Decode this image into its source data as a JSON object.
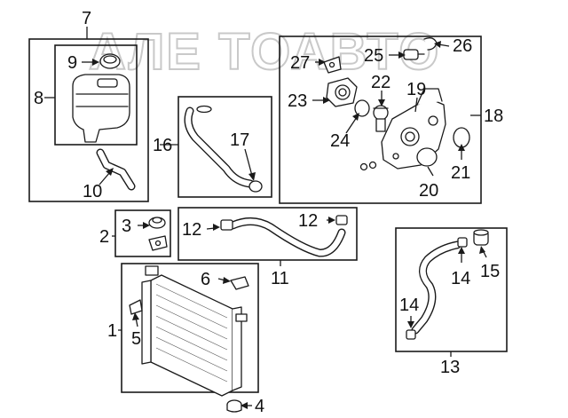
{
  "watermark": "АЛЕ ТОАВТО",
  "callouts": {
    "c1": "1",
    "c2": "2",
    "c3": "3",
    "c4": "4",
    "c5": "5",
    "c6": "6",
    "c7": "7",
    "c8": "8",
    "c9": "9",
    "c10": "10",
    "c11": "11",
    "c12a": "12",
    "c12b": "12",
    "c13": "13",
    "c14a": "14",
    "c14b": "14",
    "c15": "15",
    "c16": "16",
    "c17": "17",
    "c18": "18",
    "c19": "19",
    "c20": "20",
    "c21": "21",
    "c22": "22",
    "c23": "23",
    "c24": "24",
    "c25": "25",
    "c26": "26",
    "c27": "27"
  },
  "colors": {
    "line": "#1a1a1a",
    "watermark": "#c9c9c9",
    "background": "#ffffff"
  }
}
